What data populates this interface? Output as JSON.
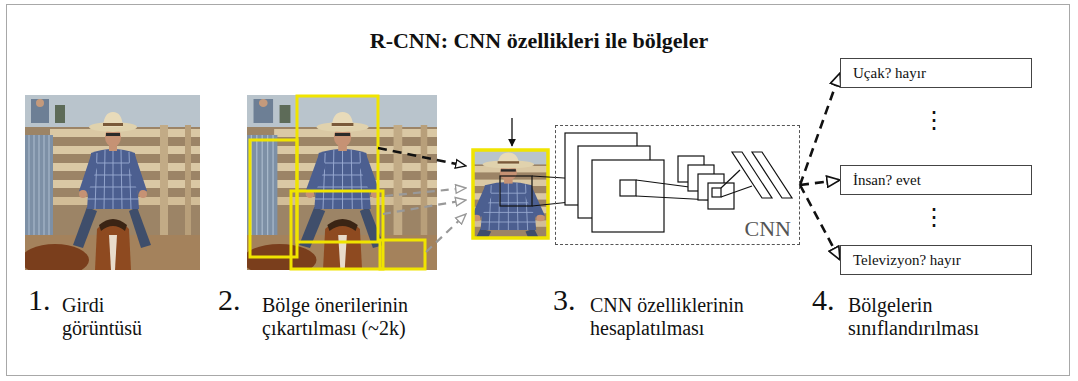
{
  "diagram": {
    "title": "R-CNN: CNN özellikleri ile bölgeler",
    "nodes": [
      {
        "text": [
          "CNN"
        ]
      },
      {
        "text": [
          "Uçak? hayır"
        ]
      },
      {
        "text": [
          "İnsan? evet"
        ]
      },
      {
        "text": [
          "Televizyon? hayır"
        ]
      }
    ],
    "edges": [
      {
        "from": 0,
        "to": 1,
        "arrow": "to"
      },
      {
        "from": 0,
        "to": 2,
        "arrow": "to"
      },
      {
        "from": 0,
        "to": 3,
        "arrow": "to"
      }
    ],
    "labels": [
      "1.",
      "Girdi görüntüsü",
      "2.",
      "Bölge önerilerinin çıkartılması (~2k)",
      "3.",
      "CNN özelliklerinin hesaplatılması",
      "4.",
      "Bölgelerin sınıflandırılması",
      "⋮",
      "⋮"
    ]
  }
}
